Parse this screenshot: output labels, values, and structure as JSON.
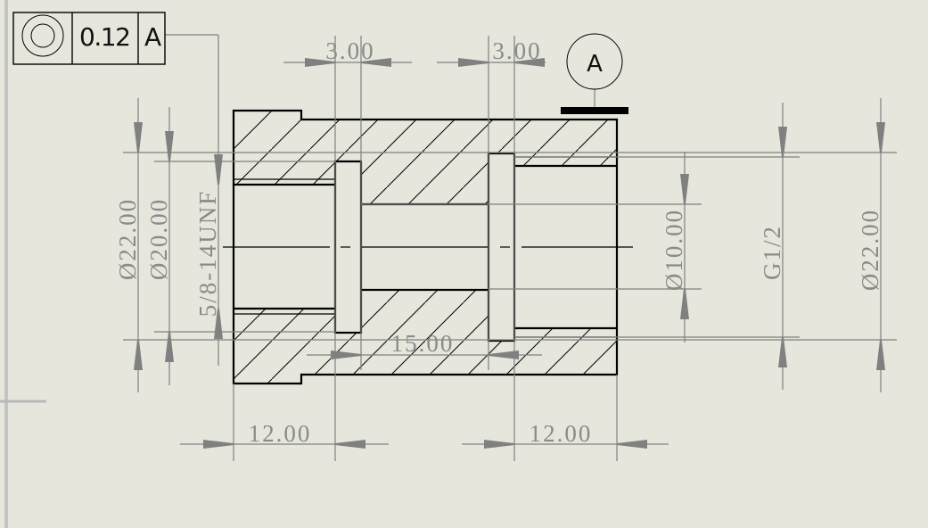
{
  "drawing": {
    "feature_control_frame": {
      "symbol": "concentricity-icon",
      "tolerance": "0.12",
      "datum": "A"
    },
    "datum_label": "A",
    "dimensions": {
      "groove_width_left": "3.00",
      "groove_width_right": "3.00",
      "outer_diameter_left": "Ø22.00",
      "diameter_20": "Ø20.00",
      "thread_left": "5/8-14UNF",
      "bore_diameter": "Ø10.00",
      "thread_right": "G1/2",
      "outer_diameter_right": "Ø22.00",
      "center_length": "15.00",
      "length_left": "12.00",
      "length_right": "12.00"
    },
    "colors": {
      "background": "#e6e6dc",
      "dimension": "#808080",
      "object": "#000000"
    }
  }
}
